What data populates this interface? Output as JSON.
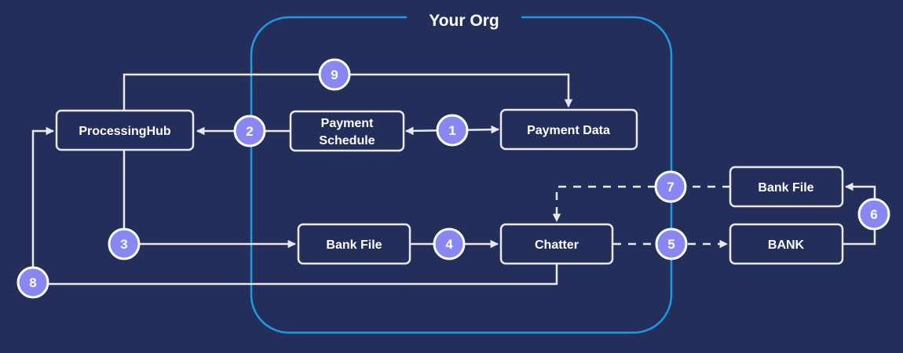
{
  "org": {
    "title": "Your Org",
    "border_color": "#1c9be4"
  },
  "colors": {
    "background": "#232e5b",
    "badge": "#8b87f2",
    "line": "#e8e8ee"
  },
  "boxes": {
    "processing_hub": "ProcessingHub",
    "payment_schedule_line1": "Payment",
    "payment_schedule_line2": "Schedule",
    "payment_data": "Payment Data",
    "bank_file_internal": "Bank File",
    "chatter": "Chatter",
    "bank": "BANK",
    "bank_file_external": "Bank File"
  },
  "steps": [
    "1",
    "2",
    "3",
    "4",
    "5",
    "6",
    "7",
    "8",
    "9"
  ]
}
